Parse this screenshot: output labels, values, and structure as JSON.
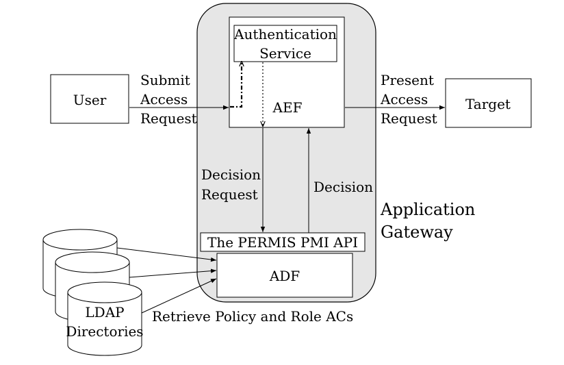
{
  "colors": {
    "gateway_fill": "#e6e6e6",
    "box_fill": "#ffffff",
    "stroke": "#000000"
  },
  "nodes": {
    "user": "User",
    "target": "Target",
    "aef": "AEF",
    "adf": "ADF",
    "pmi_api": "The PERMIS PMI API",
    "auth_service": [
      "Authentication",
      "Service"
    ],
    "gateway": [
      "Application",
      "Gateway"
    ],
    "ldap": [
      "LDAP",
      "Directories"
    ]
  },
  "edges": {
    "submit": [
      "Submit",
      "Access",
      "Request"
    ],
    "present": [
      "Present",
      "Access",
      "Request"
    ],
    "decision_request": [
      "Decision",
      "Request"
    ],
    "decision": "Decision",
    "retrieve": "Retrieve Policy and Role ACs"
  }
}
